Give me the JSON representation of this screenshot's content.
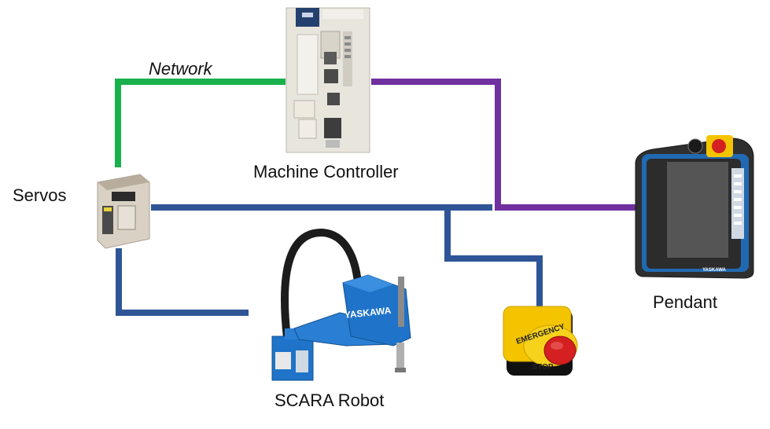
{
  "labels": {
    "network": "Network",
    "machine_controller": "Machine Controller",
    "servos": "Servos",
    "pendant": "Pendant",
    "scara_robot": "SCARA Robot"
  },
  "device_text": {
    "scara_brand": "YASKAWA",
    "pendant_brand": "YASKAWA",
    "estop_ring": "EMERGENCY",
    "estop_ring_bottom": "STOP"
  },
  "colors": {
    "network_link": "#18b14b",
    "pendant_link": "#7030a0",
    "safety_link": "#2f5597",
    "robot_blue": "#1f73c9",
    "estop_yellow": "#f5c400",
    "estop_red": "#d42020"
  }
}
